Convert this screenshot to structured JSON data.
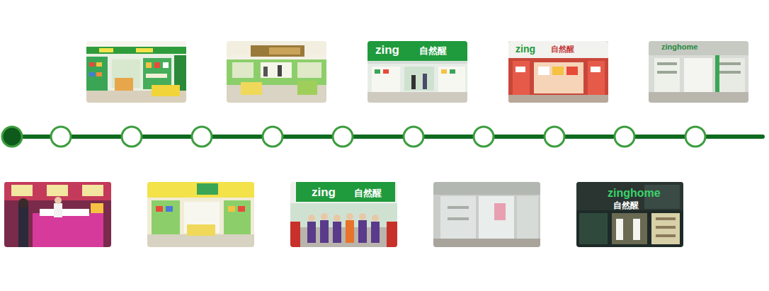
{
  "diagram": {
    "labels": [
      "zing",
      "自然醒",
      "zing",
      "自然醒",
      "zinghome",
      "zing",
      "自然醒",
      "zinghome",
      "自然醒"
    ]
  }
}
